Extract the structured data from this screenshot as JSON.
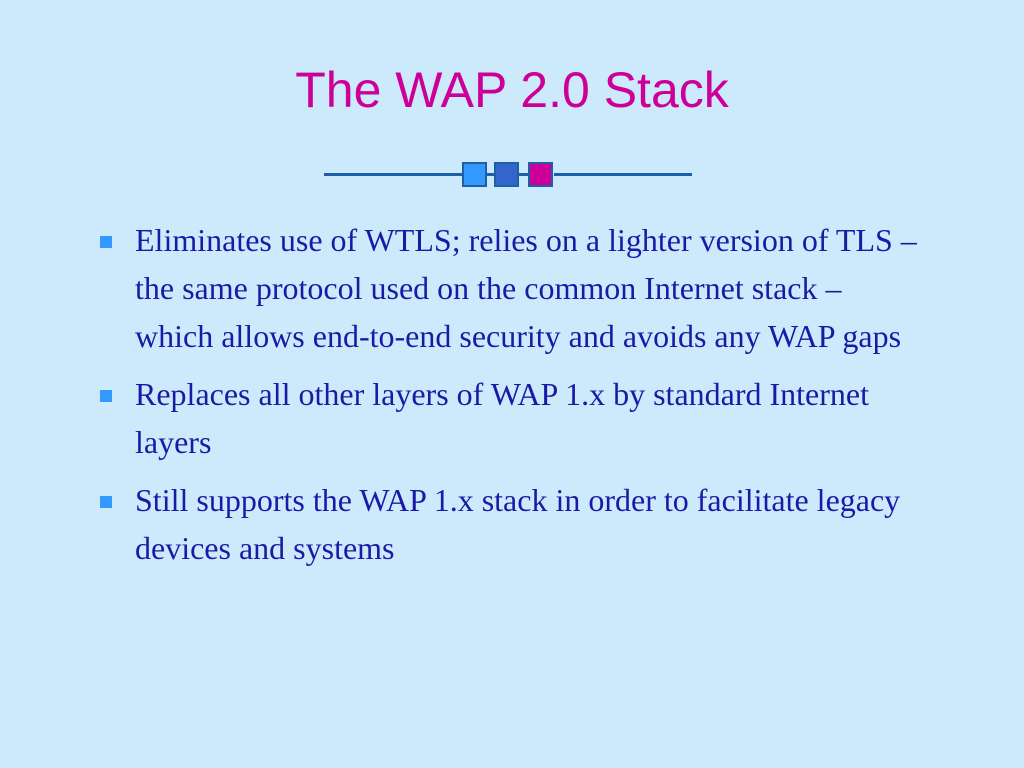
{
  "slide": {
    "title": "The WAP 2.0 Stack",
    "colors": {
      "background": "#cdeafc",
      "title": "#cc0099",
      "body_text": "#1a1aa6",
      "bullet": "#3399ff",
      "divider_line": "#1f5fa8"
    },
    "bullets": [
      {
        "text": "Eliminates use of WTLS; relies on a lighter version of TLS – the same protocol used on the common Internet stack – which allows end-to-end security and avoids any WAP gaps"
      },
      {
        "text": "Replaces all other layers of WAP 1.x by standard Internet layers"
      },
      {
        "text": "Still supports the WAP 1.x stack in order to facilitate legacy devices and systems"
      }
    ]
  }
}
